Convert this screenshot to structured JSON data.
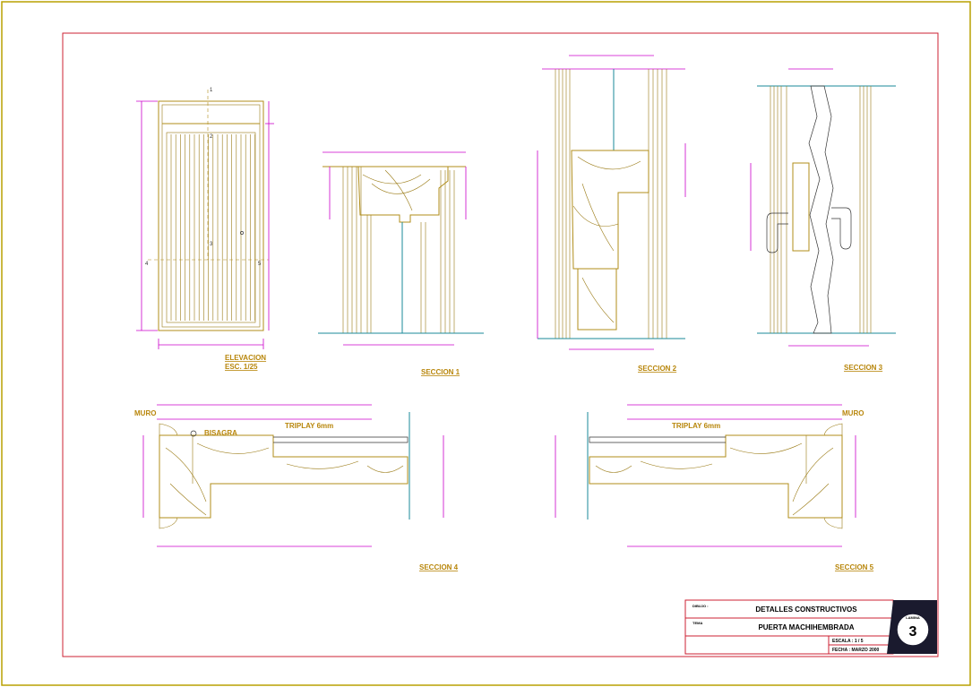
{
  "views": {
    "elevation": {
      "title": "ELEVACION",
      "scale": "ESC. 1/25",
      "marks": [
        "1",
        "2",
        "3",
        "4",
        "5"
      ]
    },
    "section1": {
      "title": "SECCION 1"
    },
    "section2": {
      "title": "SECCION 2"
    },
    "section3": {
      "title": "SECCION 3"
    },
    "section4": {
      "title": "SECCION 4",
      "note_triplay": "TRIPLAY 6mm",
      "note_bisagra": "BISAGRA",
      "note_muro": "MURO"
    },
    "section5": {
      "title": "SECCION 5",
      "note_triplay": "TRIPLAY 6mm",
      "note_muro": "MURO"
    }
  },
  "title_block": {
    "dibujo_label": "DIBUJO :",
    "project": "DETALLES CONSTRUCTIVOS",
    "tema_label": "TEMA",
    "subject": "PUERTA MACHIHEMBRADA",
    "scale": "ESCALA : 1 / 5",
    "date": "FECHA : MARZO 2000",
    "sheet_label": "LAMINA",
    "sheet_number": "3"
  },
  "colors": {
    "frame_outer": "#b8a000",
    "frame_inner": "#cc2233",
    "drawing": "#b08d1a",
    "dimension": "#cc00cc",
    "glass": "#1a8a9a",
    "labels": "#b8860b"
  }
}
